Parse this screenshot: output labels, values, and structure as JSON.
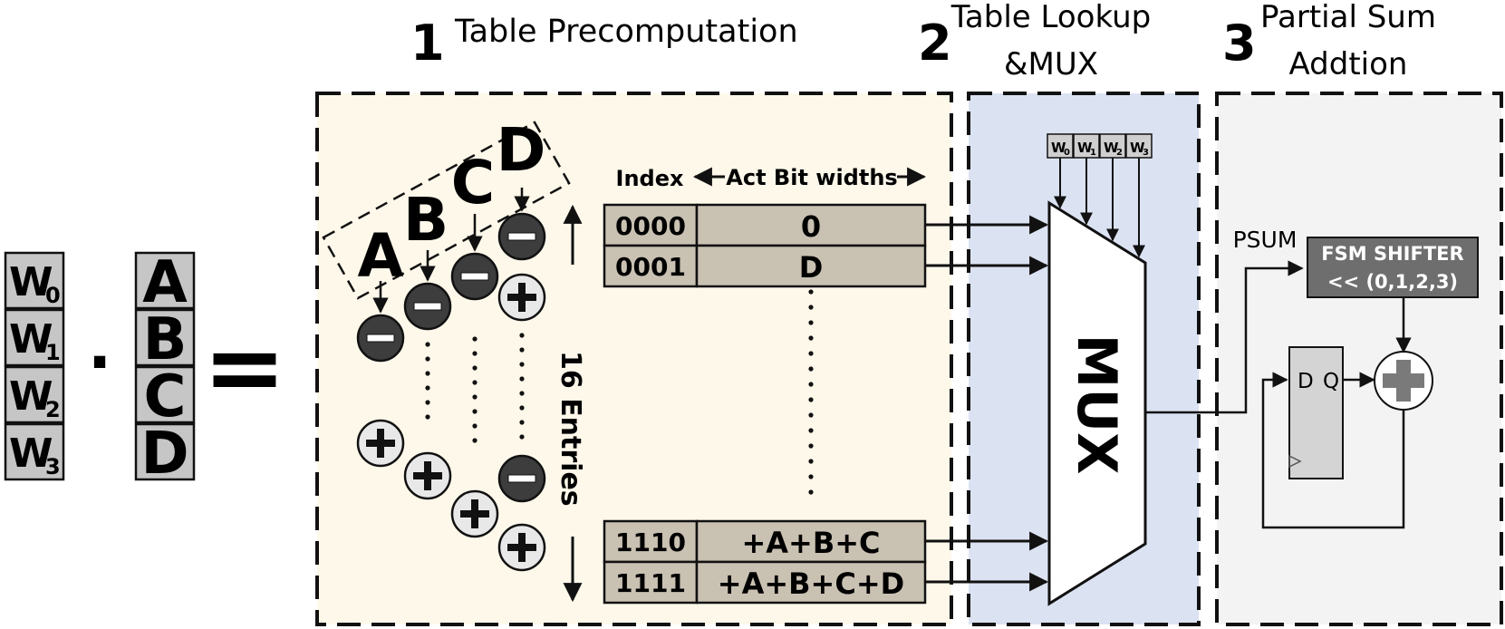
{
  "weights": [
    "W",
    "W",
    "W",
    "W"
  ],
  "weight_subscripts": [
    "0",
    "1",
    "2",
    "3"
  ],
  "dot_symbol": "·",
  "activations": [
    "A",
    "B",
    "C",
    "D"
  ],
  "equals_symbol": "=",
  "stages": [
    {
      "number": "1",
      "title_lines": [
        "Table Precomputation"
      ]
    },
    {
      "number": "2",
      "title_lines": [
        "Table Lookup",
        "&MUX"
      ]
    },
    {
      "number": "3",
      "title_lines": [
        "Partial Sum",
        "Addtion"
      ]
    }
  ],
  "precompute": {
    "diag_letters": [
      "A",
      "B",
      "C",
      "D"
    ],
    "entries_label": "16 Entries",
    "sign_columns": [
      {
        "top": "-",
        "bottom": [
          "+"
        ]
      },
      {
        "top": "-",
        "bottom": [
          "+"
        ]
      },
      {
        "top": "-",
        "bottom": [
          "+"
        ]
      },
      {
        "top": "-",
        "bottom": [
          "+",
          "-",
          "+"
        ]
      }
    ]
  },
  "table": {
    "header_index": "Index",
    "header_bits": "Act Bit widths",
    "rows_top": [
      {
        "index": "0000",
        "value": "0"
      },
      {
        "index": "0001",
        "value": "D"
      }
    ],
    "rows_bottom": [
      {
        "index": "1110",
        "value": "+A+B+C"
      },
      {
        "index": "1111",
        "value": "+A+B+C+D"
      }
    ]
  },
  "mux": {
    "label": "MUX",
    "select_inputs": [
      "W",
      "W",
      "W",
      "W"
    ],
    "select_subscripts": [
      "0",
      "1",
      "2",
      "3"
    ]
  },
  "psum": {
    "label": "PSUM",
    "shifter_line1": "FSM SHIFTER",
    "shifter_line2": "<< (0,1,2,3)",
    "ff_d": "D",
    "ff_q": "Q"
  },
  "colors": {
    "stage1_bg": "#fdf8ea",
    "stage2_bg": "#dbe2f2",
    "stage3_bg": "#f3f3f3",
    "table_cell": "#c9c1b2",
    "shifter_bg": "#6e6e6e",
    "ff_bg": "#d4d4d4",
    "minus_circle": "#3d3d3d",
    "plus_circle": "#e8e8e8",
    "weight_cell": "#c6c6c6"
  }
}
